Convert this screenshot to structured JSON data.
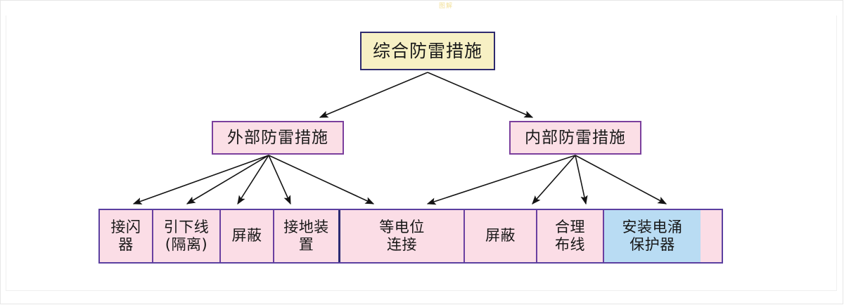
{
  "diagram": {
    "title_watermark": "图解",
    "colors": {
      "root_fill": "#f7f0c4",
      "root_border": "#2e2a6e",
      "level2_fill": "#fbdfe6",
      "level2_border": "#7b3f9d",
      "leaf_fill": "#fbdde6",
      "leaf_border": "#6a3fa0",
      "leaf_highlight_fill": "#b9dcf3",
      "arrow": "#1a1a1a"
    },
    "root": {
      "label": "综合防雷措施"
    },
    "level2": [
      {
        "label": "外部防雷措施"
      },
      {
        "label": "内部防雷措施"
      }
    ],
    "leaves": [
      {
        "label": "接闪\n器",
        "group": "external",
        "highlight": false
      },
      {
        "label": "引下线\n(隔离)",
        "group": "external",
        "highlight": false
      },
      {
        "label": "屏蔽",
        "group": "external",
        "highlight": false
      },
      {
        "label": "接地装\n置",
        "group": "external",
        "highlight": false
      },
      {
        "label": "等电位\n连接",
        "group": "internal",
        "highlight": false
      },
      {
        "label": "屏蔽",
        "group": "internal",
        "highlight": false
      },
      {
        "label": "合理\n布线",
        "group": "internal",
        "highlight": false
      },
      {
        "label": "安装电涌\n保护器",
        "group": "internal",
        "highlight": true
      }
    ]
  }
}
